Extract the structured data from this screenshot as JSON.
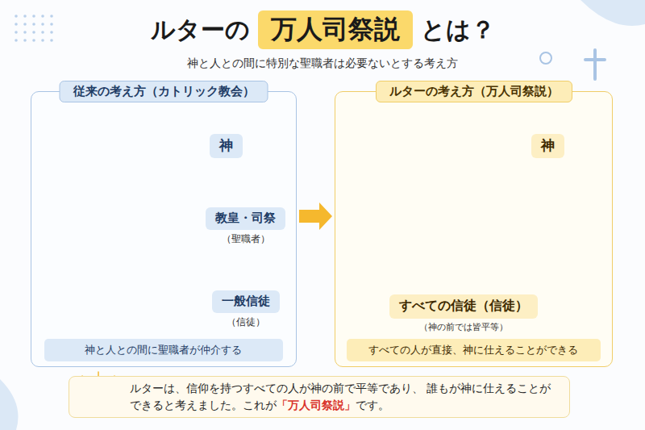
{
  "diagram": {
    "title": "ルターの",
    "nodes": [
      {
        "text": [
          "万人司祭説"
        ]
      },
      {
        "text": [
          "従来の考え方（カトリック教会）"
        ]
      },
      {
        "text": [
          "神"
        ],
        "in": 1
      },
      {
        "text": [
          "教皇・司祭",
          "（聖職者）"
        ],
        "in": 1
      },
      {
        "text": [
          "一般信徒",
          "（信徒）"
        ],
        "in": 1
      },
      {
        "text": [
          "神と人との間に聖職者が仲介する"
        ],
        "in": 1
      },
      {
        "text": [
          "ルターの考え方（万人司祭説）"
        ]
      },
      {
        "text": [
          "神"
        ],
        "in": 6
      },
      {
        "text": [
          "すべての信徒（信徒）",
          "（神の前では皆平等）"
        ],
        "in": 6
      },
      {
        "text": [
          "すべての人が直接、神に仕えることができる"
        ],
        "in": 6
      },
      {
        "text": [
          "ルターは、信仰を持つすべての人が神の前で平等であり、 誰もが神に仕えることができると考えました。これが",
          "「万人司祭説」",
          "です。"
        ]
      }
    ],
    "edges": [
      {
        "from": 1,
        "to": 6,
        "arrow": "to"
      }
    ],
    "labels": [
      "とは？",
      "神と人との間に特別な聖職者は必要ないとする考え方"
    ]
  }
}
